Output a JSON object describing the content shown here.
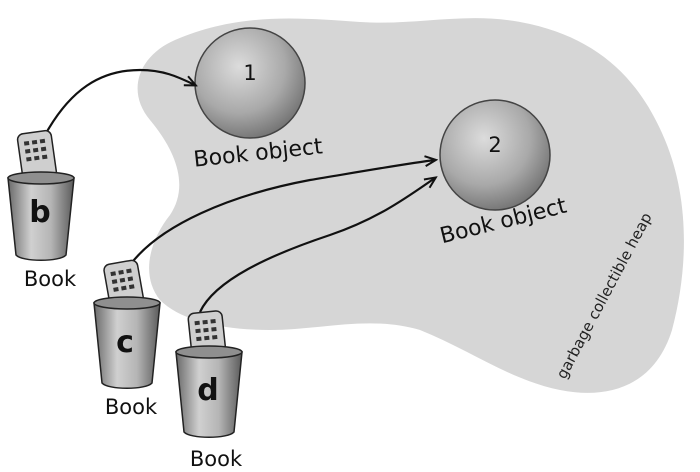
{
  "heap": {
    "label": "garbage collectible heap",
    "color": "#d6d6d6"
  },
  "objects": [
    {
      "id": "1",
      "label": "Book object"
    },
    {
      "id": "2",
      "label": "Book object"
    }
  ],
  "references": [
    {
      "var": "b",
      "type": "Book",
      "points_to": "1"
    },
    {
      "var": "c",
      "type": "Book",
      "points_to": "2"
    },
    {
      "var": "d",
      "type": "Book",
      "points_to": "2"
    }
  ]
}
